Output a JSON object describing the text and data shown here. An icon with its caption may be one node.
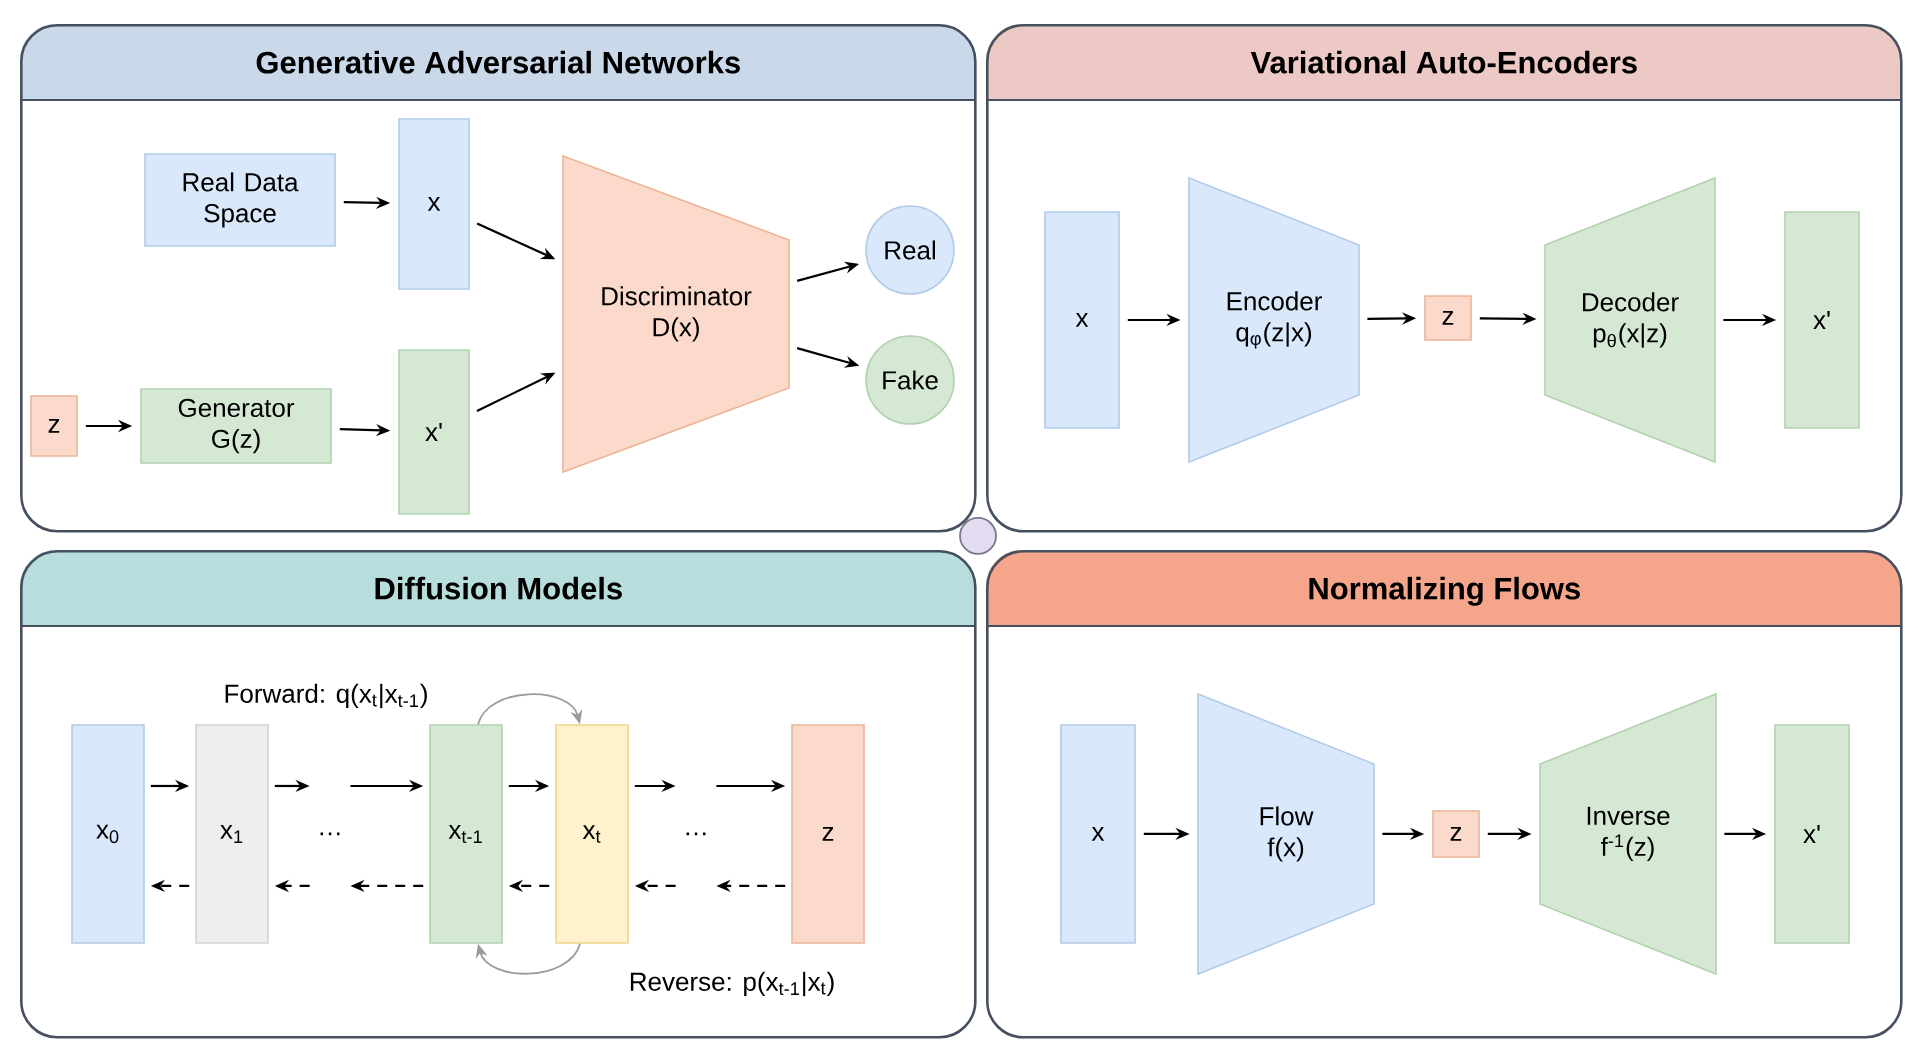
{
  "diagram": {
    "nodes": [
      {
        "text": [
          "Generative Adversarial Networks"
        ]
      },
      {
        "text": [
          "Real Data Space"
        ],
        "in": 0
      },
      {
        "text": [
          "x"
        ],
        "in": 0
      },
      {
        "text": [
          "z"
        ],
        "in": 0
      },
      {
        "text": [
          "Generator G(z)"
        ],
        "in": 0
      },
      {
        "text": [
          "x'"
        ],
        "in": 0
      },
      {
        "text": [
          "Discriminator D(x)"
        ],
        "in": 0
      },
      {
        "text": [
          "Real"
        ],
        "in": 0
      },
      {
        "text": [
          "Fake"
        ],
        "in": 0
      },
      {
        "text": [
          "Variational Auto-Encoders"
        ]
      },
      {
        "text": [
          "x"
        ],
        "in": 9
      },
      {
        "text": [
          "Encoder q$_{φ}$(z|x)"
        ],
        "in": 9
      },
      {
        "text": [
          "z"
        ],
        "in": 9
      },
      {
        "text": [
          "Decoder p$_{θ}$(x|z)"
        ],
        "in": 9
      },
      {
        "text": [
          "x'"
        ],
        "in": 9
      },
      {
        "text": [
          "Diffusion Models"
        ]
      },
      {
        "text": [
          "x$_{0}$"
        ],
        "in": 15
      },
      {
        "text": [
          "x$_{1}$"
        ],
        "in": 15
      },
      {
        "text": [
          "…"
        ],
        "in": 15
      },
      {
        "text": [
          "x$_{t-1}$"
        ],
        "in": 15
      },
      {
        "text": [
          "x$_{t}$"
        ],
        "in": 15
      },
      {
        "text": [
          "…"
        ],
        "in": 15
      },
      {
        "text": [
          "z"
        ],
        "in": 15
      },
      {
        "text": [
          "Normalizing Flows"
        ]
      },
      {
        "text": [
          "x"
        ],
        "in": 23
      },
      {
        "text": [
          "Flow f(x)"
        ],
        "in": 23
      },
      {
        "text": [
          "z"
        ],
        "in": 23
      },
      {
        "text": [
          "Inverse f$^{-1}$(z)"
        ],
        "in": 23
      },
      {
        "text": [
          "x'"
        ],
        "in": 23
      }
    ],
    "edges": [
      {
        "from": 1,
        "to": 2,
        "arrow": "to"
      },
      {
        "from": 2,
        "to": 6,
        "arrow": "to"
      },
      {
        "from": 3,
        "to": 4,
        "arrow": "to"
      },
      {
        "from": 4,
        "to": 5,
        "arrow": "to"
      },
      {
        "from": 5,
        "to": 6,
        "arrow": "to"
      },
      {
        "from": 6,
        "to": 7,
        "arrow": "to"
      },
      {
        "from": 6,
        "to": 8,
        "arrow": "to"
      },
      {
        "from": 10,
        "to": 11,
        "arrow": "to"
      },
      {
        "from": 11,
        "to": 12,
        "arrow": "to"
      },
      {
        "from": 12,
        "to": 13,
        "arrow": "to"
      },
      {
        "from": 13,
        "to": 14,
        "arrow": "to"
      },
      {
        "from": 16,
        "to": 17,
        "arrow": "to"
      },
      {
        "from": 17,
        "to": 18,
        "arrow": "to"
      },
      {
        "from": 18,
        "to": 19,
        "arrow": "to"
      },
      {
        "from": 19,
        "to": 20,
        "arrow": "to"
      },
      {
        "from": 20,
        "to": 21,
        "arrow": "to"
      },
      {
        "from": 21,
        "to": 22,
        "arrow": "to"
      },
      {
        "from": 17,
        "to": 16,
        "arrow": "to",
        "style": "dashed"
      },
      {
        "from": 18,
        "to": 17,
        "arrow": "to",
        "style": "dashed"
      },
      {
        "from": 19,
        "to": 18,
        "arrow": "to",
        "style": "dashed"
      },
      {
        "from": 20,
        "to": 19,
        "arrow": "to",
        "style": "dashed"
      },
      {
        "from": 21,
        "to": 20,
        "arrow": "to",
        "style": "dashed"
      },
      {
        "from": 22,
        "to": 21,
        "arrow": "to",
        "style": "dashed"
      },
      {
        "from": 19,
        "to": 20,
        "arrow": "to",
        "label": "Forward: q(x$_{t}$|x$_{t-1}$)",
        "color": "#9a9a9a"
      },
      {
        "from": 20,
        "to": 19,
        "arrow": "to",
        "label": "Reverse: p(x$_{t-1}$|x$_{t}$)",
        "color": "#9a9a9a"
      },
      {
        "from": 24,
        "to": 25,
        "arrow": "to"
      },
      {
        "from": 25,
        "to": 26,
        "arrow": "to"
      },
      {
        "from": 26,
        "to": 27,
        "arrow": "to"
      },
      {
        "from": 27,
        "to": 28,
        "arrow": "to"
      }
    ]
  }
}
